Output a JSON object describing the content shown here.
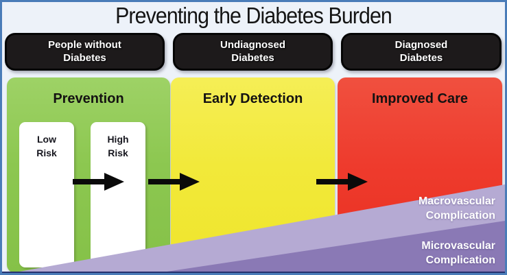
{
  "title": "Preventing the Diabetes Burden",
  "stage_headers": [
    {
      "line1": "People without",
      "line2": "Diabetes"
    },
    {
      "line1": "Undiagnosed",
      "line2": "Diabetes"
    },
    {
      "line1": "Diagnosed",
      "line2": "Diabetes"
    }
  ],
  "panels": [
    {
      "title": "Prevention",
      "color": "#8cc750"
    },
    {
      "title": "Early Detection",
      "color": "#f2e93a"
    },
    {
      "title": "Improved Care",
      "color": "#ee3b2d"
    }
  ],
  "risk_boxes": [
    {
      "line1": "Low",
      "line2": "Risk"
    },
    {
      "line1": "High",
      "line2": "Risk"
    }
  ],
  "complications": [
    {
      "line1": "Macrovascular",
      "line2": "Complication",
      "color": "#b5aad3"
    },
    {
      "line1": "Microvascular",
      "line2": "Complication",
      "color": "#8a79b5"
    }
  ],
  "icons": {
    "flow_arrow": "right-arrow"
  },
  "colors": {
    "frame_border": "#4a7cb8",
    "background": "#edf2f9",
    "header_box_bg": "#1d1a1b",
    "header_text": "#ffffff",
    "title_text": "#151515",
    "arrow_black": "#0a0a0a",
    "bottom_line": "#25316e"
  }
}
